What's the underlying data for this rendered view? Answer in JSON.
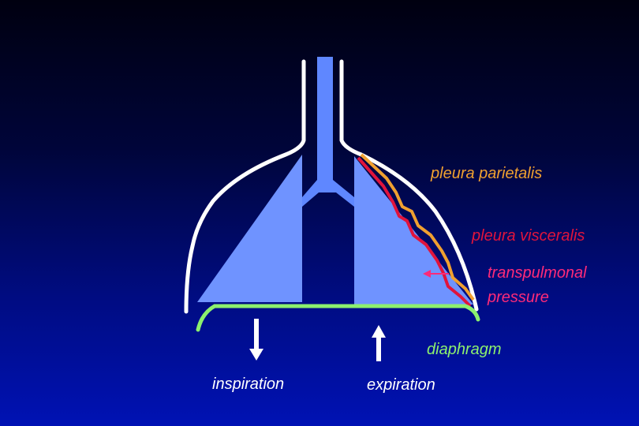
{
  "labels": {
    "parietalis": "pleura parietalis",
    "visceralis": "pleura visceralis",
    "transpulmonal": "transpulmonal",
    "pressure": "pressure",
    "diaphragm": "diaphragm",
    "inspiration": "inspiration",
    "expiration": "expiration"
  },
  "colors": {
    "background_top": "#000010",
    "background_bottom": "#0012b4",
    "lung": "#6f93ff",
    "airway": "#5f87ff",
    "chest_wall": "#ffffff",
    "diaphragm": "#8cf06e",
    "pleura_parietalis": "#f0a030",
    "pleura_visceralis": "#e0143c",
    "transpulmonal_arrow": "#ff2a78",
    "arrows": "#ffffff"
  }
}
